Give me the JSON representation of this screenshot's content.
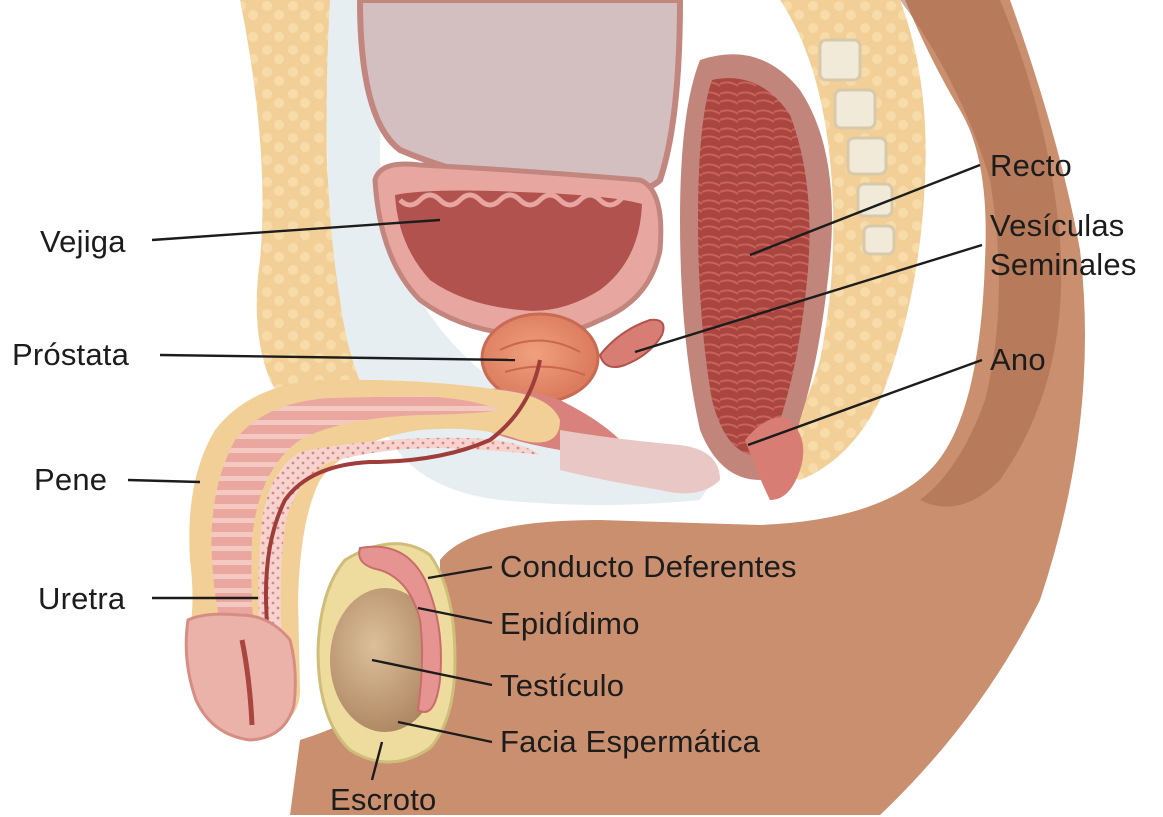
{
  "labels": {
    "vejiga": "Vejiga",
    "prostata": "Próstata",
    "pene": "Pene",
    "uretra": "Uretra",
    "recto": "Recto",
    "vesiculas_1": "Vesículas",
    "vesiculas_2": "Seminales",
    "ano": "Ano",
    "conducto": "Conducto Deferentes",
    "epididimo": "Epidídimo",
    "testiculo": "Testículo",
    "facia": "Facia Espermática",
    "escroto": "Escroto"
  },
  "colors": {
    "skin": "#c98f6e",
    "skin_shadow": "#a86b4c",
    "fat": "#f2cf97",
    "tissue_pale": "#e6eef2",
    "muscle_dark": "#b1524e",
    "mucosa": "#e7a7a0",
    "prostate": "#e58d6c",
    "testis": "#c9a27a",
    "leader": "#1c1c1c"
  }
}
